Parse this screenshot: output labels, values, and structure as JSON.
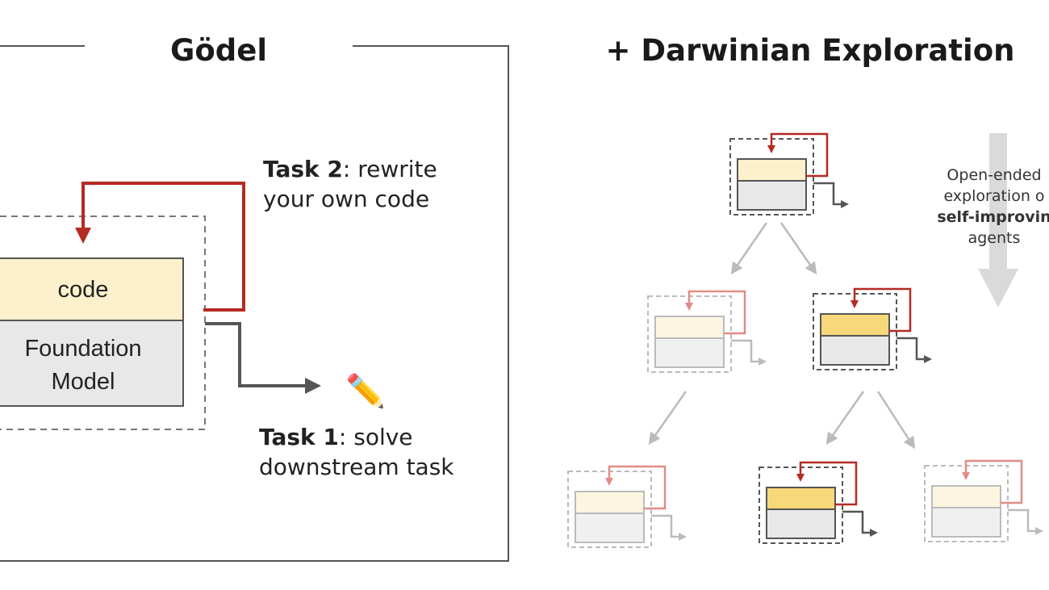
{
  "left_panel": {
    "title": "Gödel",
    "code_label": "code",
    "model_label_line1": "Foundation",
    "model_label_line2": "Model",
    "task2_bold": "Task 2",
    "task2_rest": ": rewrite",
    "task2_line2": "your own code",
    "task1_bold": "Task 1",
    "task1_rest": ": solve",
    "task1_line2": "downstream task",
    "pencil_icon": "✏️"
  },
  "right_panel": {
    "title": "+ Darwinian Exploration",
    "side_line1": "Open-ended",
    "side_line2": "exploration o",
    "side_line3": "self-improvin",
    "side_line4": "agents"
  },
  "colors": {
    "red": "#b52a22",
    "pale_red": "#e08d86",
    "code_fill": "#fcf1cc",
    "code_fill_strong": "#f7d87a",
    "model_fill": "#e8e8e8",
    "gray": "#555555",
    "light_gray": "#bbbbbb"
  }
}
